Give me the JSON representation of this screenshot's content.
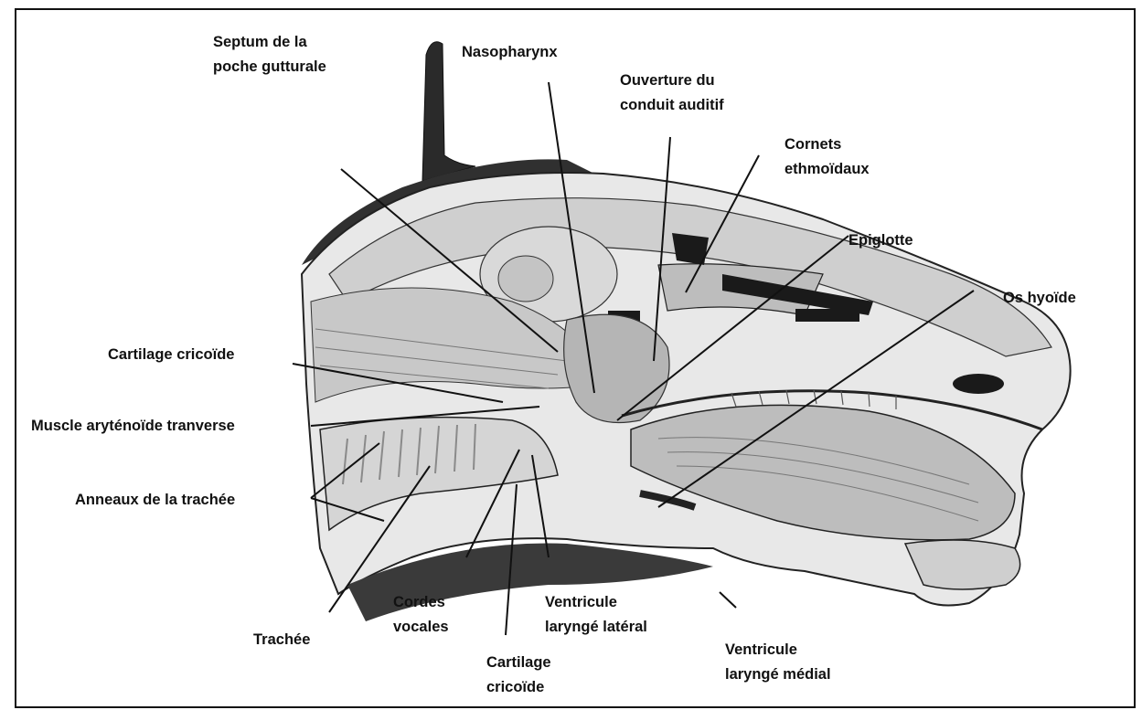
{
  "labels": {
    "septum": [
      "Septum de la",
      "poche gutturale"
    ],
    "nasopharynx": "Nasopharynx",
    "ouverture": [
      "Ouverture du",
      "conduit auditif"
    ],
    "cornets": [
      "Cornets",
      "ethmoïdaux"
    ],
    "epiglotte": "Epiglotte",
    "os_hyoide": "Os hyoïde",
    "cartilage_cricoide_left": "Cartilage cricoïde",
    "muscle": "Muscle aryténoïde tranverse",
    "anneaux": "Anneaux de la trachée",
    "trachee": "Trachée",
    "cordes": [
      "Cordes",
      "vocales"
    ],
    "cartilage_cricoide_bottom": [
      "Cartilage",
      "cricoïde"
    ],
    "ventricule_lateral": [
      "Ventricule",
      "laryngé latéral"
    ],
    "ventricule_medial": [
      "Ventricule",
      "laryngé médial"
    ]
  }
}
